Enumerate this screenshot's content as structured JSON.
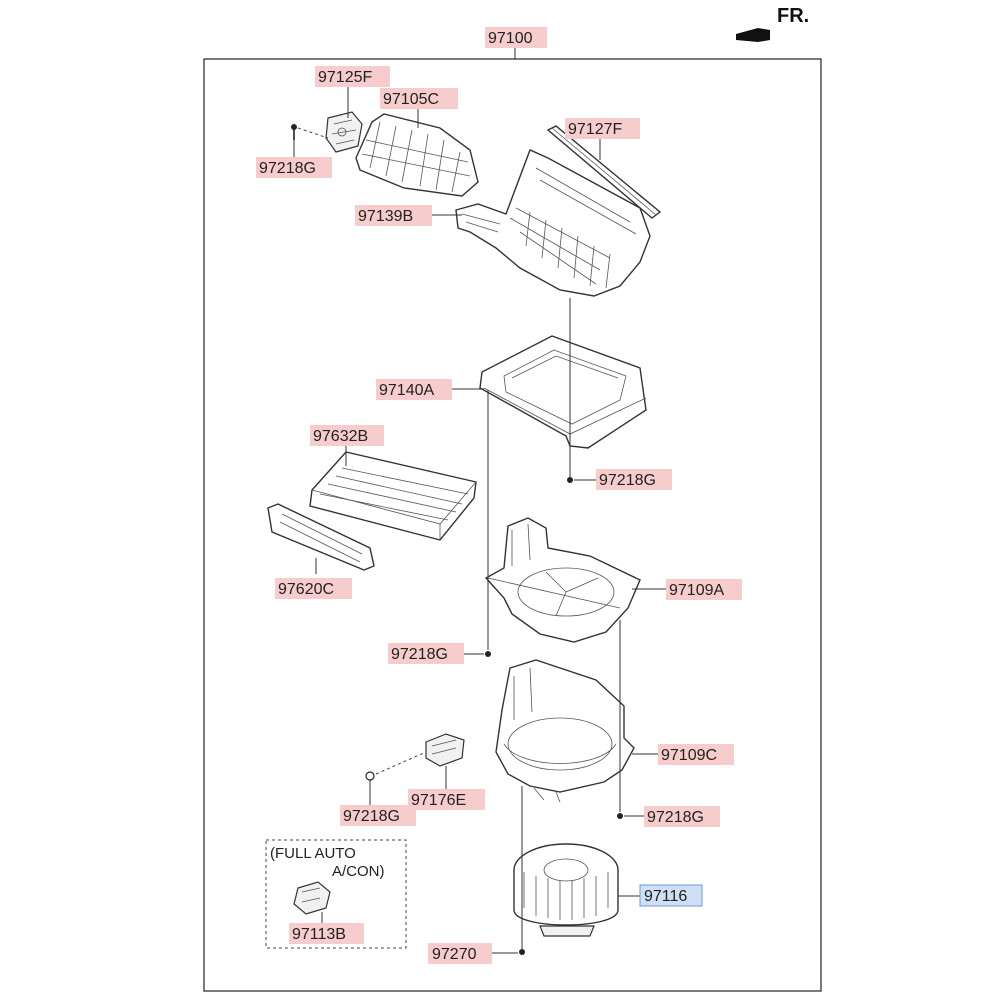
{
  "fr_indicator": "FR.",
  "frame_label": "97100",
  "note_lines": [
    "(FULL AUTO",
    "A/CON)"
  ],
  "labels": [
    {
      "id": "97125F",
      "text": "97125F"
    },
    {
      "id": "97105C",
      "text": "97105C"
    },
    {
      "id": "97218G_a",
      "text": "97218G"
    },
    {
      "id": "97127F",
      "text": "97127F"
    },
    {
      "id": "97139B",
      "text": "97139B"
    },
    {
      "id": "97140A",
      "text": "97140A"
    },
    {
      "id": "97632B",
      "text": "97632B"
    },
    {
      "id": "97218G_b",
      "text": "97218G"
    },
    {
      "id": "97620C",
      "text": "97620C"
    },
    {
      "id": "97109A",
      "text": "97109A"
    },
    {
      "id": "97218G_c",
      "text": "97218G"
    },
    {
      "id": "97109C",
      "text": "97109C"
    },
    {
      "id": "97218G_d",
      "text": "97218G"
    },
    {
      "id": "97176E",
      "text": "97176E"
    },
    {
      "id": "97218G_e",
      "text": "97218G"
    },
    {
      "id": "97116",
      "text": "97116",
      "highlight": true
    },
    {
      "id": "97113B",
      "text": "97113B"
    },
    {
      "id": "97270",
      "text": "97270"
    }
  ]
}
